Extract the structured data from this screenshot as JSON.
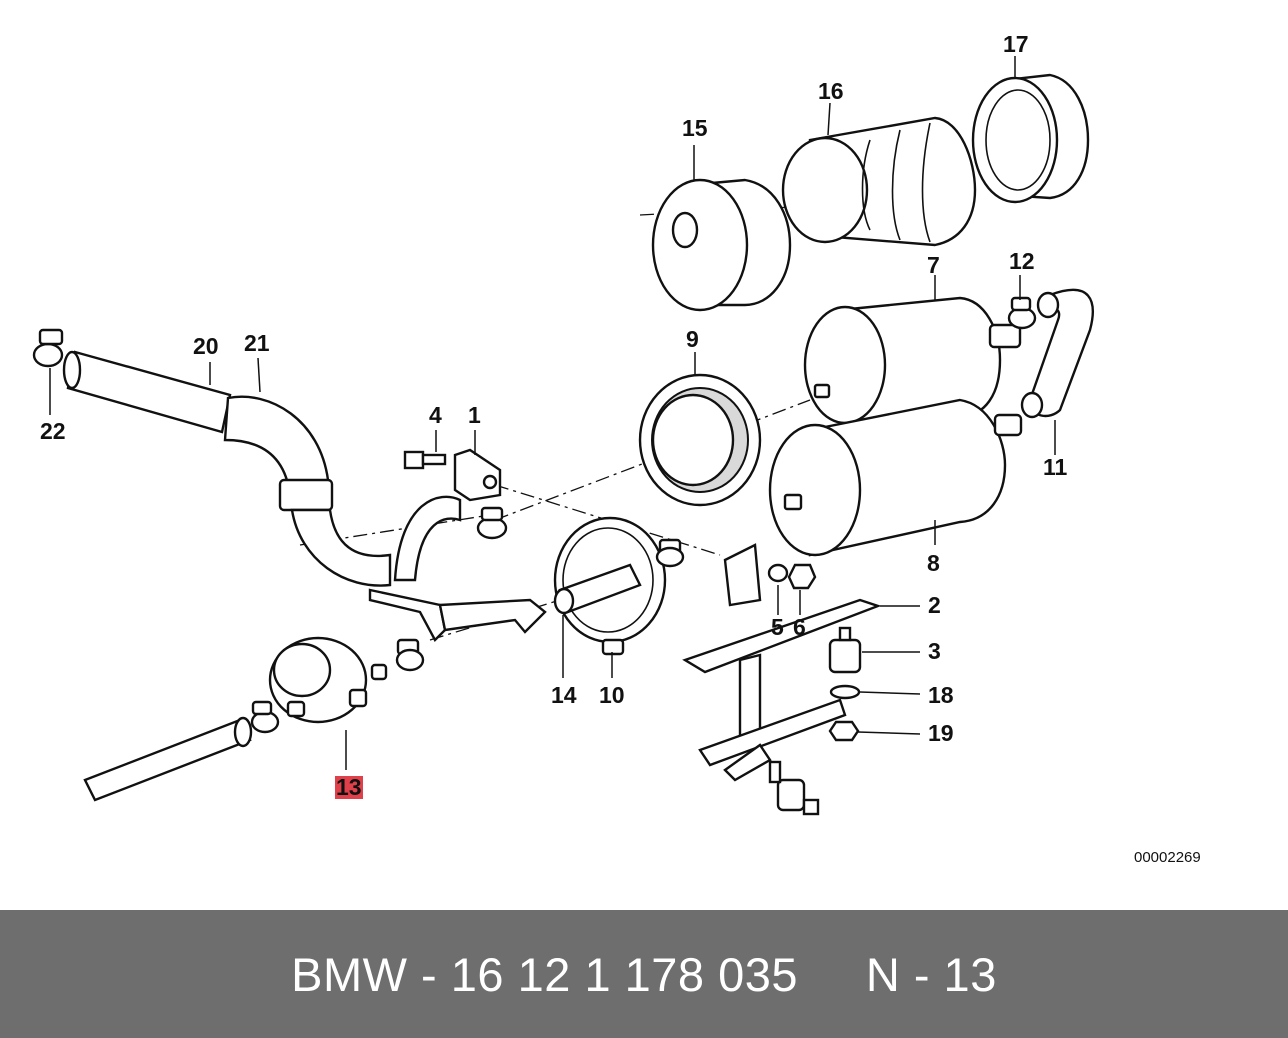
{
  "diagram": {
    "callouts": [
      {
        "id": "1",
        "label": "1"
      },
      {
        "id": "2",
        "label": "2"
      },
      {
        "id": "3",
        "label": "3"
      },
      {
        "id": "4",
        "label": "4"
      },
      {
        "id": "5",
        "label": "5"
      },
      {
        "id": "6",
        "label": "6"
      },
      {
        "id": "7",
        "label": "7"
      },
      {
        "id": "8",
        "label": "8"
      },
      {
        "id": "9",
        "label": "9"
      },
      {
        "id": "10",
        "label": "10"
      },
      {
        "id": "11",
        "label": "11"
      },
      {
        "id": "12",
        "label": "12"
      },
      {
        "id": "13",
        "label": "13",
        "highlighted": true
      },
      {
        "id": "14",
        "label": "14"
      },
      {
        "id": "15",
        "label": "15"
      },
      {
        "id": "16",
        "label": "16"
      },
      {
        "id": "17",
        "label": "17"
      },
      {
        "id": "18",
        "label": "18"
      },
      {
        "id": "19",
        "label": "19"
      },
      {
        "id": "20",
        "label": "20"
      },
      {
        "id": "21",
        "label": "21"
      },
      {
        "id": "22",
        "label": "22"
      }
    ],
    "image_code": "00002269",
    "highlight_color": "#e0404a"
  },
  "footer": {
    "part_number": "BMW - 16 12 1 178 035",
    "position": "N - 13",
    "background": "#6e6e6e"
  }
}
